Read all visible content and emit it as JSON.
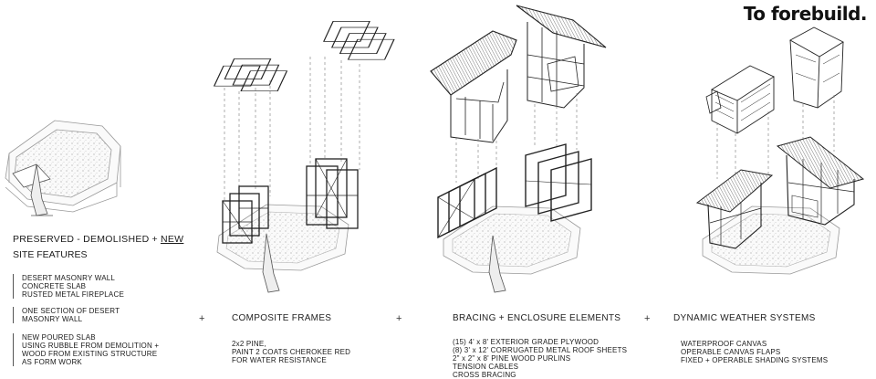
{
  "brand": "To forebuild.",
  "legend": {
    "title_a": "PRESERVED",
    "title_sep": "-",
    "title_b": "DEMOLISHED",
    "title_plus": "+",
    "title_new": "NEW",
    "subtitle": "SITE FEATURES",
    "groups": [
      [
        "DESERT MASONRY WALL",
        "CONCRETE SLAB",
        "RUSTED METAL FIREPLACE"
      ],
      [
        "ONE SECTION OF DESERT",
        "MASONRY WALL"
      ],
      [
        "NEW POURED SLAB",
        "USING RUBBLE FROM DEMOLITION +",
        "WOOD FROM EXISTING STRUCTURE",
        "AS FORM WORK"
      ]
    ]
  },
  "plus_sign": "+",
  "stages": [
    {
      "title": "COMPOSITE FRAMES",
      "notes": [
        "2x2 PINE,",
        "PAINT 2 COATS CHEROKEE RED",
        "FOR WATER RESISTANCE"
      ]
    },
    {
      "title": "BRACING + ENCLOSURE ELEMENTS",
      "notes": [
        "(15) 4' x 8' EXTERIOR GRADE PLYWOOD",
        "(8) 3' x 12' CORRUGATED METAL ROOF SHEETS",
        "2\" x 2\" x 8' PINE WOOD PURLINS",
        "TENSION CABLES",
        "CROSS BRACING"
      ]
    },
    {
      "title": "DYNAMIC WEATHER SYSTEMS",
      "notes": [
        "WATERPROOF CANVAS",
        "OPERABLE CANVAS FLAPS",
        "FIXED + OPERABLE SHADING SYSTEMS"
      ]
    }
  ]
}
